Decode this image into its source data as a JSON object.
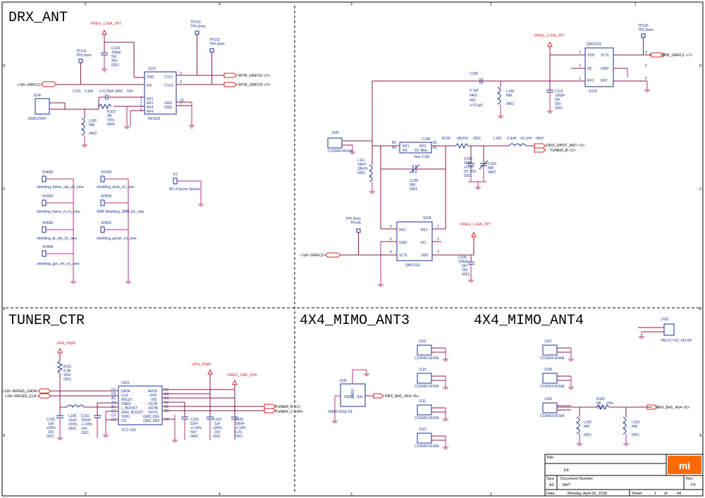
{
  "sections": {
    "drx_ant": "DRX_ANT",
    "tuner_ctr": "TUNER_CTR",
    "mimo3": "4X4_MIMO_ANT3",
    "mimo4": "4X4_MIMO_ANT4"
  },
  "border": {
    "cols_top": [
      "5",
      "4",
      "3",
      "2",
      "1"
    ],
    "rows": [
      "D",
      "C",
      "B",
      "A"
    ]
  },
  "drx": {
    "vreg1": "VREG_L16A_2P7",
    "c104": [
      "C104",
      "100pF",
      "5%",
      "25V",
      "0201"
    ],
    "tp101": [
      "TP101",
      "TP0.3mm"
    ],
    "tp102": [
      "TP102",
      "TP0.3mm"
    ],
    "tp103": [
      "TP103",
      "TP0.3mm"
    ],
    "s107": [
      "S107",
      "VDD",
      "EN",
      "RF1",
      "RF2",
      "RF3",
      "RF4",
      "CTL1",
      "CTL2",
      "GND",
      "GND",
      "RF1118"
    ],
    "pins_s107_r": [
      "3",
      "4",
      "10",
      "7"
    ],
    "pins_s107_l": [
      "1",
      "2",
      "5",
      "6"
    ],
    "grfc1": "<18> GRFC1",
    "c191": [
      "C191",
      "2.4pF",
      "+/-0.25pF 0402",
      "50V"
    ],
    "wtr0": "WTR_GRFC0 <7>",
    "wtr4": "WTR_GRFC4 <7>",
    "j104": [
      "J104",
      "818012364"
    ],
    "r103": [
      "R103",
      "0R",
      "±5%",
      "0402"
    ],
    "l166": [
      "L166",
      "NM",
      "0402"
    ],
    "shields": [
      {
        "id": "SH800",
        "name": "shielding_frame_cpu_e1_new"
      },
      {
        "id": "SH300",
        "name": "shielding_frame_rf_e1_new"
      },
      {
        "id": "SH500",
        "name": "shielding_bt_wifi_e1_new"
      },
      {
        "id": "SH400",
        "name": "shielding_gps_nfc_e1_new"
      },
      {
        "id": "SH200",
        "name": "shielding_dcdc_e1_new"
      },
      {
        "id": "SH600",
        "name": "SMB Shielding_SMB_E1_new"
      },
      {
        "id": "SH601",
        "name": "shielding_power_e1_new"
      }
    ],
    "k1": [
      "K1",
      "M1.4 Screw Spacer"
    ]
  },
  "right": {
    "vreg2": "VREG_L16A_2P7",
    "tp106": [
      "TP106",
      "TP0.3mm"
    ],
    "qm_top": [
      "QM13111",
      "VDD",
      "NC",
      "RF1",
      "VCTL",
      "GND",
      "RF2",
      "S103"
    ],
    "pins_qm_top": [
      "3",
      "4",
      "5",
      "6",
      "2",
      "1"
    ],
    "wtr_grfc1": "WTR_GRFC1 <7>",
    "c195": [
      "C195",
      "0.7pF",
      "0402",
      "50V",
      "+/-0.1pF"
    ],
    "l106": [
      "L106",
      "NM",
      "0402"
    ],
    "c113": [
      "C113",
      "100pF",
      "5%",
      "25V",
      "0201"
    ],
    "j106": [
      "J106",
      "CC0043-0016A"
    ],
    "c148": [
      "C148",
      "RF1",
      "RF2",
      "NC",
      "DC Bias",
      "max 3.3pf",
      "B2",
      "A2",
      "B1",
      "A1"
    ],
    "r130": [
      "R130",
      "0R±5%",
      "0201"
    ],
    "l195": [
      "L195",
      "2.4nH",
      "±0.1nH",
      "0402"
    ],
    "drx_dpdt": "DRX_DPDT_ANT <2>",
    "tuner_b": "TUNER_B <1>",
    "l111": [
      "L111",
      "18nH",
      "18nH±",
      "0402"
    ],
    "c138": [
      "C138",
      "NM",
      "0201"
    ],
    "c149": [
      "C149",
      "39PF",
      "+/-5%",
      "DC 25V",
      "0201"
    ],
    "c193": [
      "C193",
      "NM",
      "0402"
    ],
    "tp145": [
      "TP0.3mm",
      "TP145"
    ],
    "vreg3": "VREG_L16A_2P7",
    "s104": [
      "S104",
      "RF2",
      "GND",
      "VCTL",
      "RF1",
      "NC",
      "VDD",
      "QM13111"
    ],
    "pins_s104": [
      "6",
      "5",
      "4",
      "1",
      "2",
      "3"
    ],
    "grfc3": "<18> GRFC3",
    "c106": [
      "C106",
      "100pF",
      "5%",
      "25V",
      "0201"
    ]
  },
  "tuner": {
    "vph1": "VPH_PWR",
    "r111": [
      "R111",
      "3.3R",
      "±5%",
      "0201"
    ],
    "rffe_data": "<18> RFFE5_DATA",
    "rffe_clk": "<18> RFFE5_CLK",
    "u201": [
      "U201",
      "DATA",
      "CLK",
      "ATEST",
      "VREG",
      "L_BOOST",
      "GND_BOOST",
      "TRIG",
      "CS",
      "AVDD",
      "VHV",
      "VIO",
      "OUTA",
      "OUTB",
      "OUTC",
      "GND_DIG",
      "GND_REF",
      "TCC-103"
    ],
    "pins_u_l": [
      "D2",
      "D3",
      "A1",
      "A2",
      "B4",
      "C3",
      "C2",
      "D4"
    ],
    "pins_u_r": [
      "B3",
      "A4",
      "D1",
      "C1",
      "B1",
      "B2",
      "C4"
    ],
    "c100": [
      "C100",
      "1uF",
      "±20%",
      "16V",
      "0201"
    ],
    "l108": [
      "L108",
      "15uH",
      "±20%",
      "0603"
    ],
    "c101": [
      "C101",
      "220nF",
      "+/-20%",
      "10V",
      "0201"
    ],
    "vph2": "VPH_PWR",
    "vreg_s4a": "VREG_S4A_1P8",
    "c102": [
      "C102",
      "22nF",
      "+/-10%",
      "50V",
      "0402"
    ],
    "c103": [
      "C103",
      "1uF",
      "±20%",
      "16V",
      "0201"
    ],
    "c105": [
      "C105",
      "100nF",
      "+/-10%",
      "6.3V",
      "0201"
    ],
    "tuner_b_out": "TUNER_B <1>",
    "tuner_c_out": "TUNER_C <40>"
  },
  "mimo": {
    "j105": [
      "J105",
      "GND1",
      "GND2",
      "SIG.",
      "20566-001E-03"
    ],
    "prx": "PRX_B41_4X4 <5>",
    "conns3": [
      "J101",
      "J110",
      "J111",
      "J112"
    ],
    "conns4": [
      "J107",
      "J108",
      "J109"
    ],
    "conn_part": "CC0043-0016A",
    "j709": [
      "J709",
      "XM-217-XC-142-SP"
    ],
    "r105": [
      "R105",
      "0R",
      "±5%",
      "0201"
    ],
    "drx_b41": "DRX_B41_4X4 <5>",
    "l192": [
      "L192",
      "NM",
      "0201"
    ],
    "l193": [
      "L193",
      "NM",
      "0201"
    ]
  },
  "titleblock": {
    "title_lbl": "Title",
    "title": "E8",
    "size_lbl": "Size",
    "size": "A3",
    "doc_lbl": "Document Number",
    "doc": "ANT",
    "rev_lbl": "Rev",
    "rev": "P0",
    "date_lbl": "Date:",
    "date": "Monday, April 02, 2018",
    "sheet_lbl": "Sheet",
    "sheet": "1",
    "of_lbl": "of",
    "total": "44",
    "logo": "mi"
  },
  "colors": {
    "wire": "#8b1a4a",
    "symbol": "#1a2f8f",
    "power": "#d42020",
    "logo": "#ff6a00"
  }
}
